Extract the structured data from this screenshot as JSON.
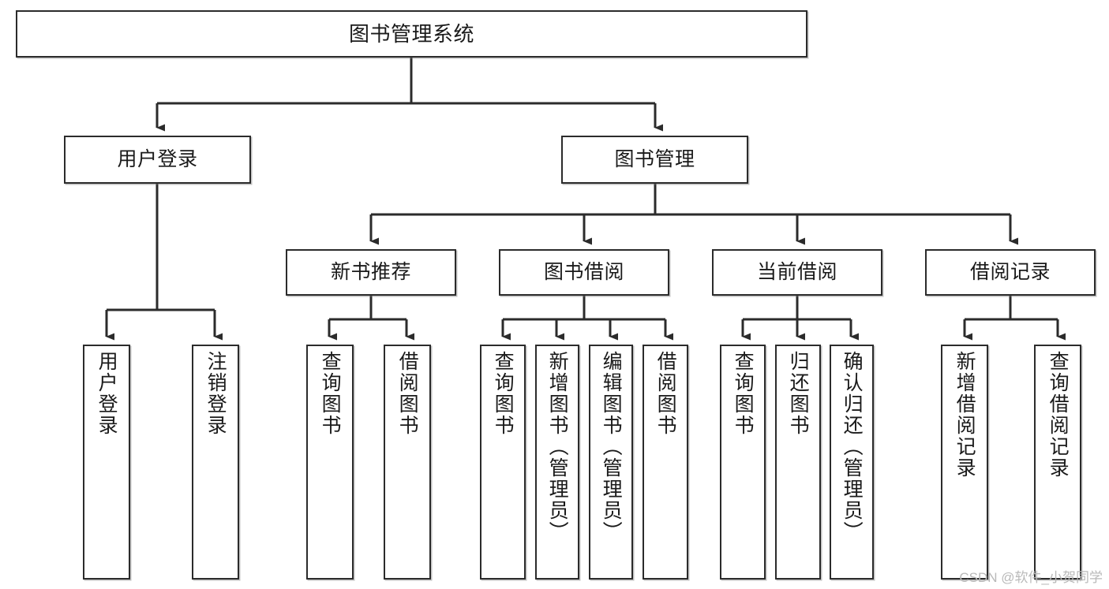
{
  "diagram": {
    "title": "图书管理系统",
    "type": "tree-hierarchy",
    "watermark": "CSDN @软件_小贺同学",
    "colors": {
      "box_stroke": "#2b2b2b",
      "box_fill": "#ffffff",
      "connector": "#2b2b2b",
      "text": "#1a1a1a",
      "watermark": "#b9b9b9"
    },
    "nodes": {
      "root": {
        "label": "图书管理系统"
      },
      "level2": [
        {
          "id": "user-login",
          "label": "用户登录"
        },
        {
          "id": "book-manage",
          "label": "图书管理"
        }
      ],
      "level3": [
        {
          "id": "new-book-recommend",
          "label": "新书推荐"
        },
        {
          "id": "book-borrow",
          "label": "图书借阅"
        },
        {
          "id": "current-borrow",
          "label": "当前借阅"
        },
        {
          "id": "borrow-record",
          "label": "借阅记录"
        }
      ],
      "leaves": {
        "user_login": [
          {
            "id": "leaf-user-login",
            "label": "用户登录"
          },
          {
            "id": "leaf-logout",
            "label": "注销登录"
          }
        ],
        "new_book_recommend": [
          {
            "id": "leaf-query-book-1",
            "label": "查询图书"
          },
          {
            "id": "leaf-borrow-book-1",
            "label": "借阅图书"
          }
        ],
        "book_borrow": [
          {
            "id": "leaf-query-book-2",
            "label": "查询图书"
          },
          {
            "id": "leaf-add-book",
            "label": "新增图书（管理员）"
          },
          {
            "id": "leaf-edit-book",
            "label": "编辑图书（管理员）"
          },
          {
            "id": "leaf-borrow-book-2",
            "label": "借阅图书"
          }
        ],
        "current_borrow": [
          {
            "id": "leaf-query-book-3",
            "label": "查询图书"
          },
          {
            "id": "leaf-return-book",
            "label": "归还图书"
          },
          {
            "id": "leaf-confirm-return",
            "label": "确认归还（管理员）"
          }
        ],
        "borrow_record": [
          {
            "id": "leaf-add-record",
            "label": "新增借阅记录"
          },
          {
            "id": "leaf-query-record",
            "label": "查询借阅记录"
          }
        ]
      }
    }
  }
}
